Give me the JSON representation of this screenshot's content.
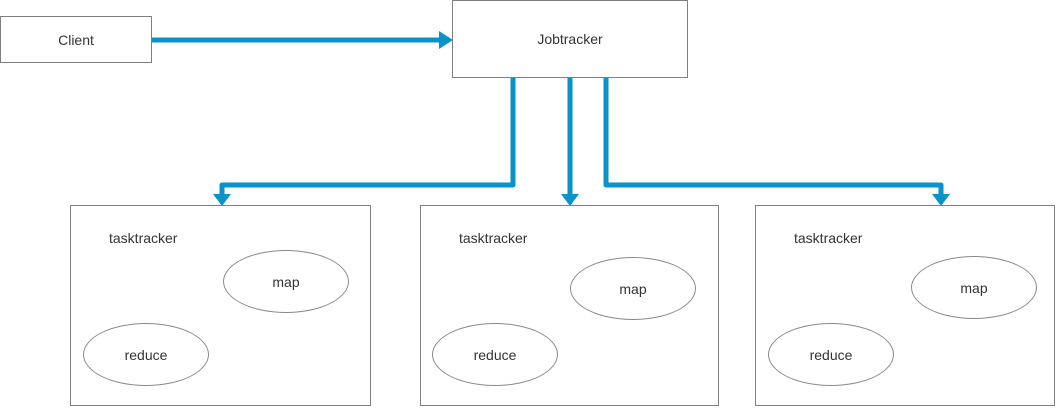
{
  "diagram": {
    "client": {
      "label": "Client"
    },
    "jobtracker": {
      "label": "Jobtracker"
    },
    "tasktrackers": [
      {
        "label": "tasktracker",
        "map_label": "map",
        "reduce_label": "reduce"
      },
      {
        "label": "tasktracker",
        "map_label": "map",
        "reduce_label": "reduce"
      },
      {
        "label": "tasktracker",
        "map_label": "map",
        "reduce_label": "reduce"
      }
    ],
    "colors": {
      "arrow": "#0a93c8",
      "node_border": "#7f7f7f",
      "text": "#333333"
    }
  }
}
